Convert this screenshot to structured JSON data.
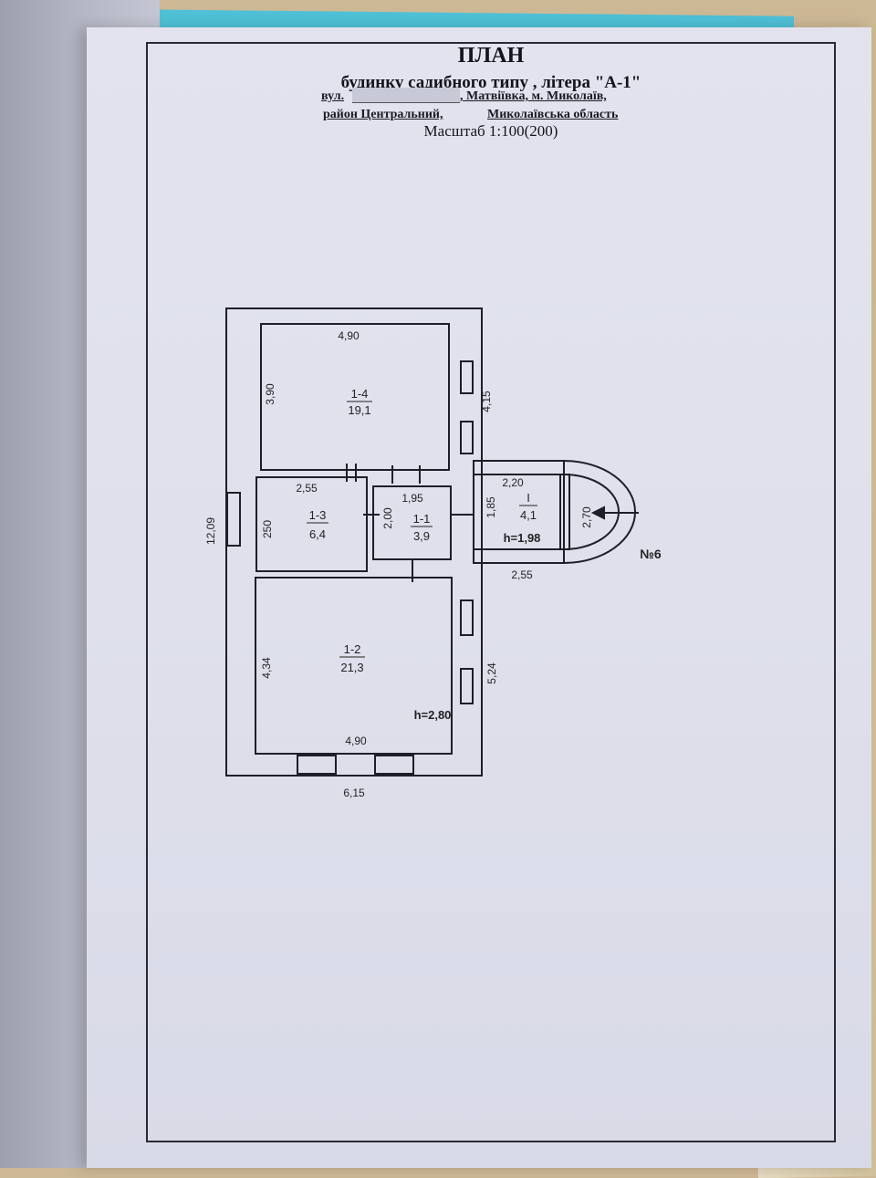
{
  "header": {
    "title": "ПЛАН",
    "subtitle": "будинку садибного типу , літера \"А-1\"",
    "street_prefix": "вул.",
    "locality": ", Матвіївка, м. Миколаїв,",
    "district": "район Центральний,",
    "region": "Миколаївська область",
    "scale": "Масштаб 1:100(200)"
  },
  "plan": {
    "rooms": [
      {
        "id": "1-4",
        "area": "19,1"
      },
      {
        "id": "1-3",
        "area": "6,4"
      },
      {
        "id": "1-1",
        "area": "3,9"
      },
      {
        "id": "1-2",
        "area": "21,3"
      },
      {
        "id": "I",
        "area": "4,1"
      }
    ],
    "dimensions": {
      "r14_width": "4,90",
      "r14_height": "3,90",
      "right_upper": "4,15",
      "r13_width": "2,55",
      "r13_height": "250",
      "r11_width": "1,95",
      "r11_height": "2,00",
      "porch_height_dim": "1,85",
      "total_height": "12,09",
      "porch_width": "2,20",
      "porch_arc": "2,70",
      "porch_bottom": "2,55",
      "r12_height": "4,34",
      "right_lower": "5,24",
      "r12_width": "4,90",
      "total_width": "6,15"
    },
    "heights": {
      "porch": "h=1,98",
      "main": "h=2,80"
    },
    "label_no6": "№6"
  }
}
